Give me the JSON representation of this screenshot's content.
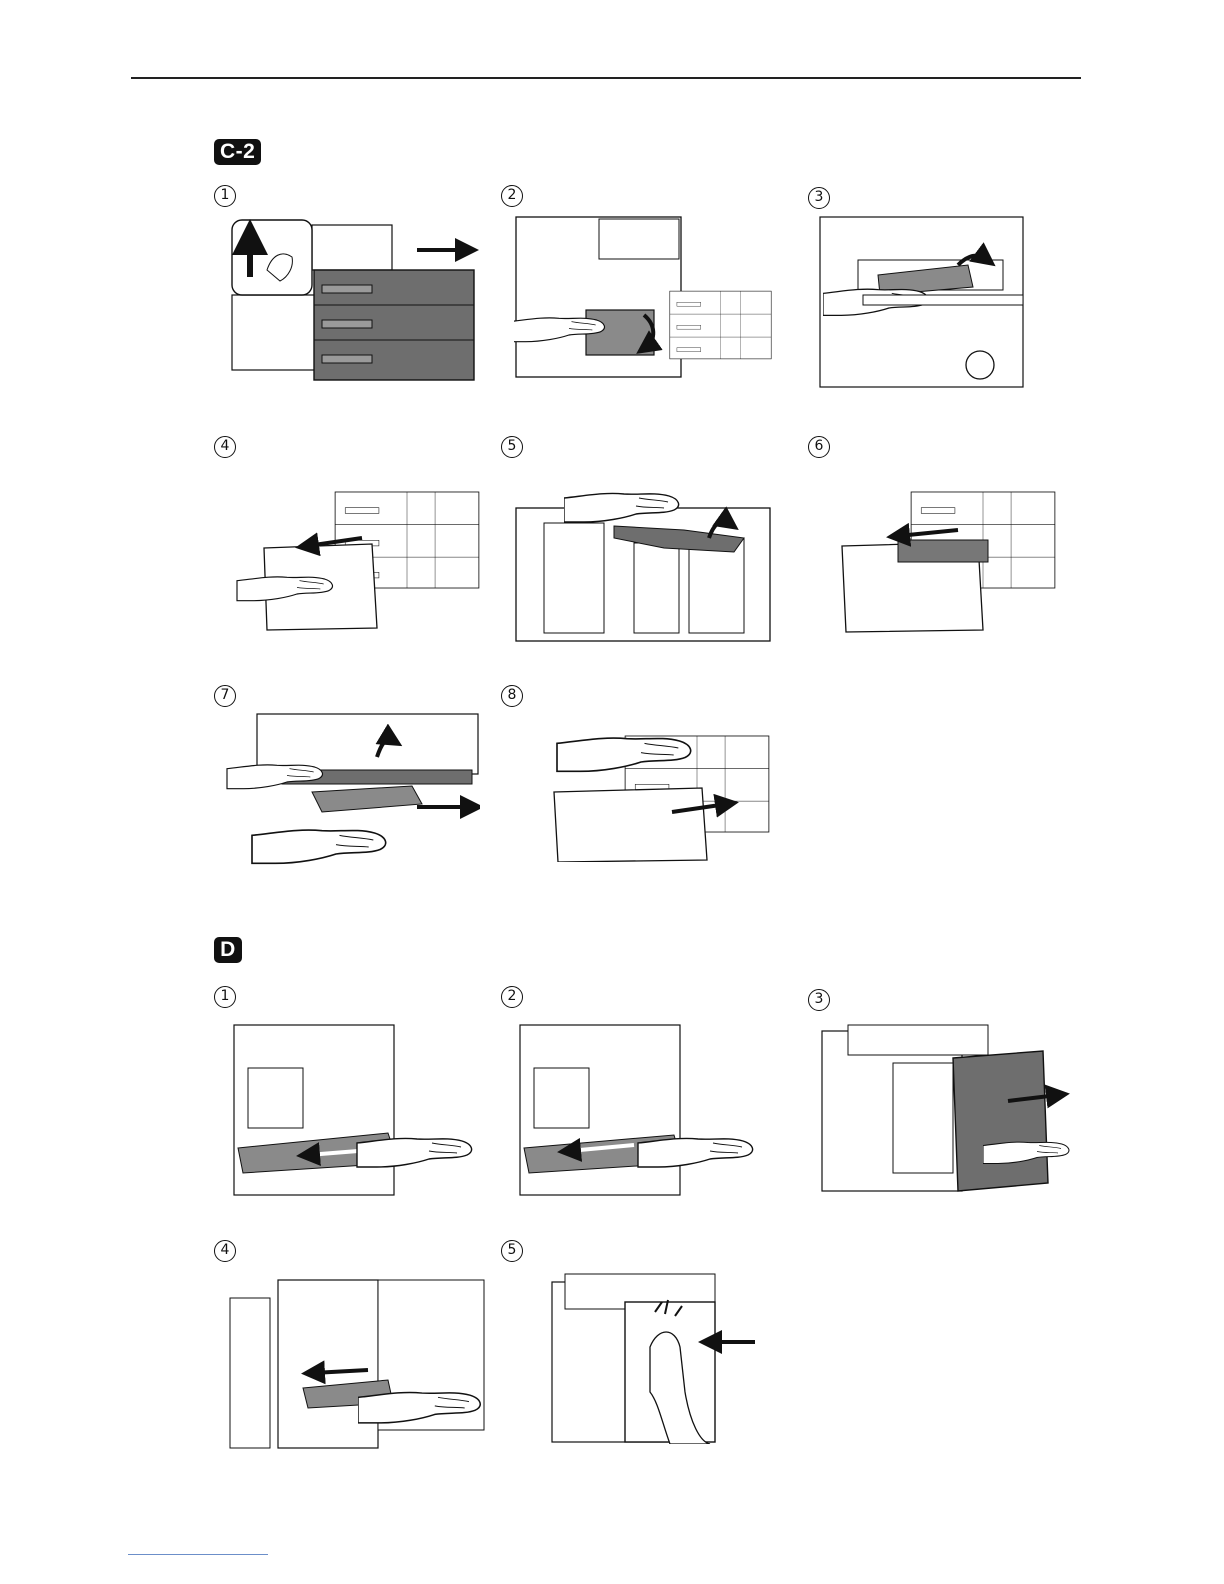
{
  "sections": [
    {
      "id": "c2",
      "badge": "C-2",
      "steps": [
        "1",
        "2",
        "3",
        "4",
        "5",
        "6",
        "7",
        "8"
      ]
    },
    {
      "id": "d",
      "badge": "D",
      "steps": [
        "1",
        "2",
        "3",
        "4",
        "5"
      ]
    }
  ],
  "colors": {
    "ink": "#111111",
    "panel_gray": "#6e6e6e",
    "paper_gray": "#8a8a8a",
    "machine_fill": "#ffffff"
  },
  "icons": {
    "step_marker": "circled-digit",
    "arrow": "motion-arrow",
    "hand": "hand-illustration"
  }
}
